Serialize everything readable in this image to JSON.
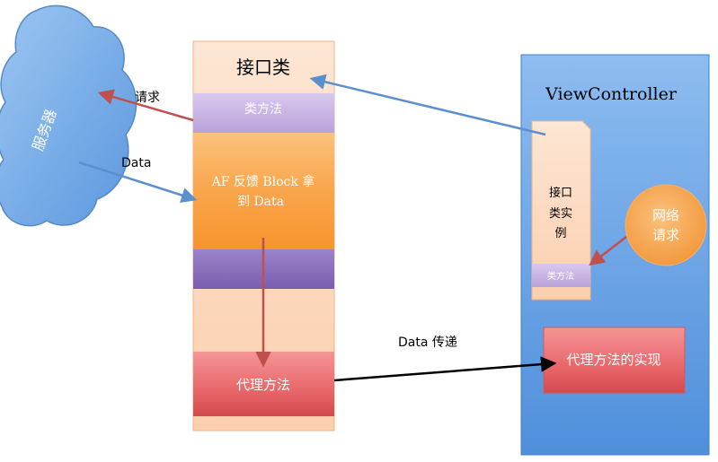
{
  "server": {
    "label": "服务器"
  },
  "interface_class": {
    "title": "接口类",
    "class_method": "类方法",
    "af_block_line1": "AF 反馈 Block 拿",
    "af_block_line2": "到 Data",
    "delegate_method": "代理方法"
  },
  "arrows": {
    "request_label": "请求",
    "data_label": "Data",
    "data_transfer_label": "Data 传递"
  },
  "view_controller": {
    "title": "ViewController",
    "instance_line1": "接口",
    "instance_line2": "类实",
    "instance_line3": "例",
    "instance_class_method": "类方法",
    "network_request_line1": "网络",
    "network_request_line2": "请求",
    "delegate_impl": "代理方法的实现"
  },
  "colors": {
    "interface_column": "#fdd9bf",
    "class_method": "#c7b3e2",
    "af_block": "#f9a54c",
    "purple_band": "#8a6fbd",
    "delegate_method": "#e8676a",
    "view_controller": "#5f9fe3",
    "network_circle": "#f6a54e",
    "cloud": "#6da6e6",
    "arrow_blue": "#5b8fce",
    "arrow_red": "#c0504d",
    "arrow_black": "#000000"
  }
}
